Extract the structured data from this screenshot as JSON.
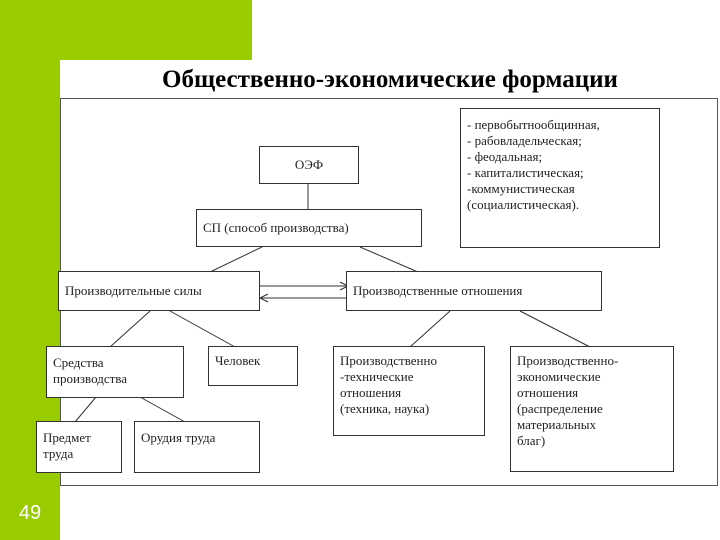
{
  "title": "Общественно-экономические формации",
  "slide_number": "49",
  "colors": {
    "accent": "#99cc00"
  },
  "nodes": {
    "oef": "ОЭФ",
    "types": [
      "- первобытнообщинная,",
      "- рабовладельческая;",
      "- феодальная;",
      "- капиталистическая;",
      "-коммунистическая",
      "(социалистическая)."
    ],
    "sp": "СП (способ производства)",
    "prod_forces": "Производительные силы",
    "prod_relations": "Производственные отношения",
    "means": [
      "Средства",
      "производства"
    ],
    "person": "Человек",
    "tech_relations": [
      "Производственно",
      "-технические",
      "отношения",
      "(техника, наука)"
    ],
    "econ_relations": [
      "Производственно-",
      "экономические",
      "отношения",
      "(распределение",
      "материальных",
      "благ)"
    ],
    "subject": [
      "Предмет",
      "труда"
    ],
    "tools": "Орудия труда"
  }
}
